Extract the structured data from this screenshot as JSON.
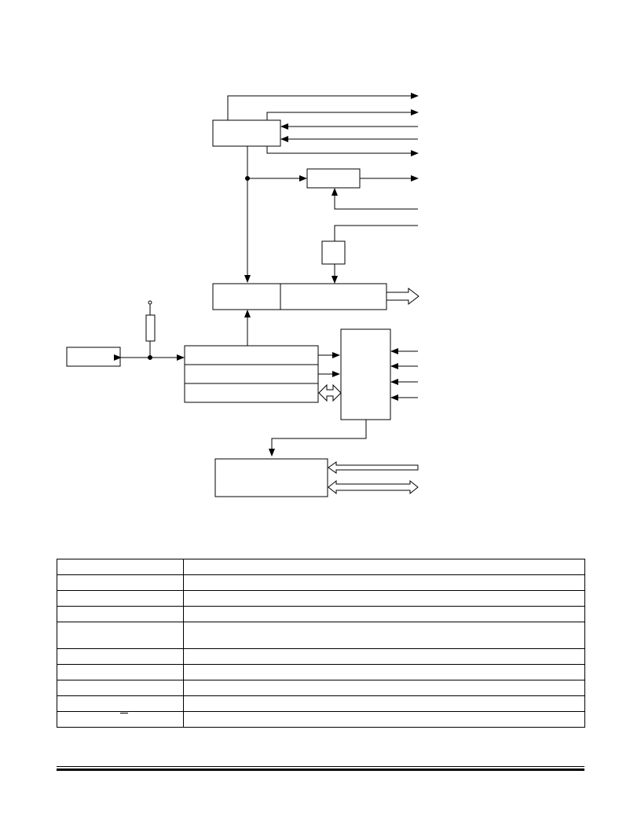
{
  "diagram": {
    "title": "",
    "blocks": [
      {
        "id": "top-block",
        "label": ""
      },
      {
        "id": "small-right-block",
        "label": ""
      },
      {
        "id": "tiny-block",
        "label": ""
      },
      {
        "id": "combined-left-block",
        "label": ""
      },
      {
        "id": "combined-right-block",
        "label": ""
      },
      {
        "id": "left-external-block",
        "label": ""
      },
      {
        "id": "register-stack-top",
        "label": ""
      },
      {
        "id": "register-stack-middle",
        "label": ""
      },
      {
        "id": "register-stack-bottom",
        "label": ""
      },
      {
        "id": "tall-right-block",
        "label": ""
      },
      {
        "id": "bottom-block",
        "label": ""
      }
    ]
  },
  "table": {
    "rows": [
      {
        "col1": "",
        "col2": ""
      },
      {
        "col1": "",
        "col2": ""
      },
      {
        "col1": "",
        "col2": ""
      },
      {
        "col1": "",
        "col2": ""
      },
      {
        "col1": "",
        "col2": ""
      },
      {
        "col1": "",
        "col2": ""
      },
      {
        "col1": "",
        "col2": ""
      },
      {
        "col1": "",
        "col2": ""
      },
      {
        "col1": "",
        "col2": ""
      },
      {
        "col1": "",
        "col2": ""
      }
    ]
  },
  "colors": {
    "line": "#000000",
    "background": "#ffffff"
  }
}
